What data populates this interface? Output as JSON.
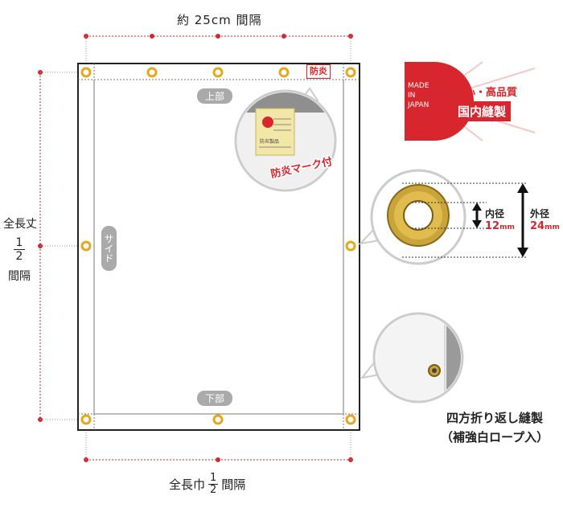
{
  "labels": {
    "top_spacing": "約 25cm 間隔",
    "left_spacing_top": "全長丈",
    "left_spacing_num": "1",
    "left_spacing_den": "2",
    "left_spacing_bottom": "間隔",
    "bottom_spacing_prefix": "全長巾",
    "bottom_spacing_num": "1",
    "bottom_spacing_den": "2",
    "bottom_spacing_suffix": "間隔",
    "top_tag": "上部",
    "bottom_tag": "下部",
    "side_tag": "サイド",
    "fire_tag": "防炎",
    "fire_mark": "防炎マーク付",
    "fire_label_product": "防炎製品",
    "inner_diameter_label": "内径",
    "inner_diameter_value": "12",
    "outer_diameter_label": "外径",
    "outer_diameter_value": "24",
    "unit": "mm",
    "caption_line1": "四方折り返し縫製",
    "caption_line2": "（補強白ロープ入）"
  },
  "badge": {
    "made_line1": "MADE",
    "made_line2": "IN",
    "made_line3": "JAPAN",
    "text1": "安心・高品質",
    "text2": "国内縫製"
  },
  "colors": {
    "red": "#d7262e",
    "grommet": "#e8a61c",
    "dim_line": "#d7262e",
    "tag_gray": "#a8a8a8"
  }
}
